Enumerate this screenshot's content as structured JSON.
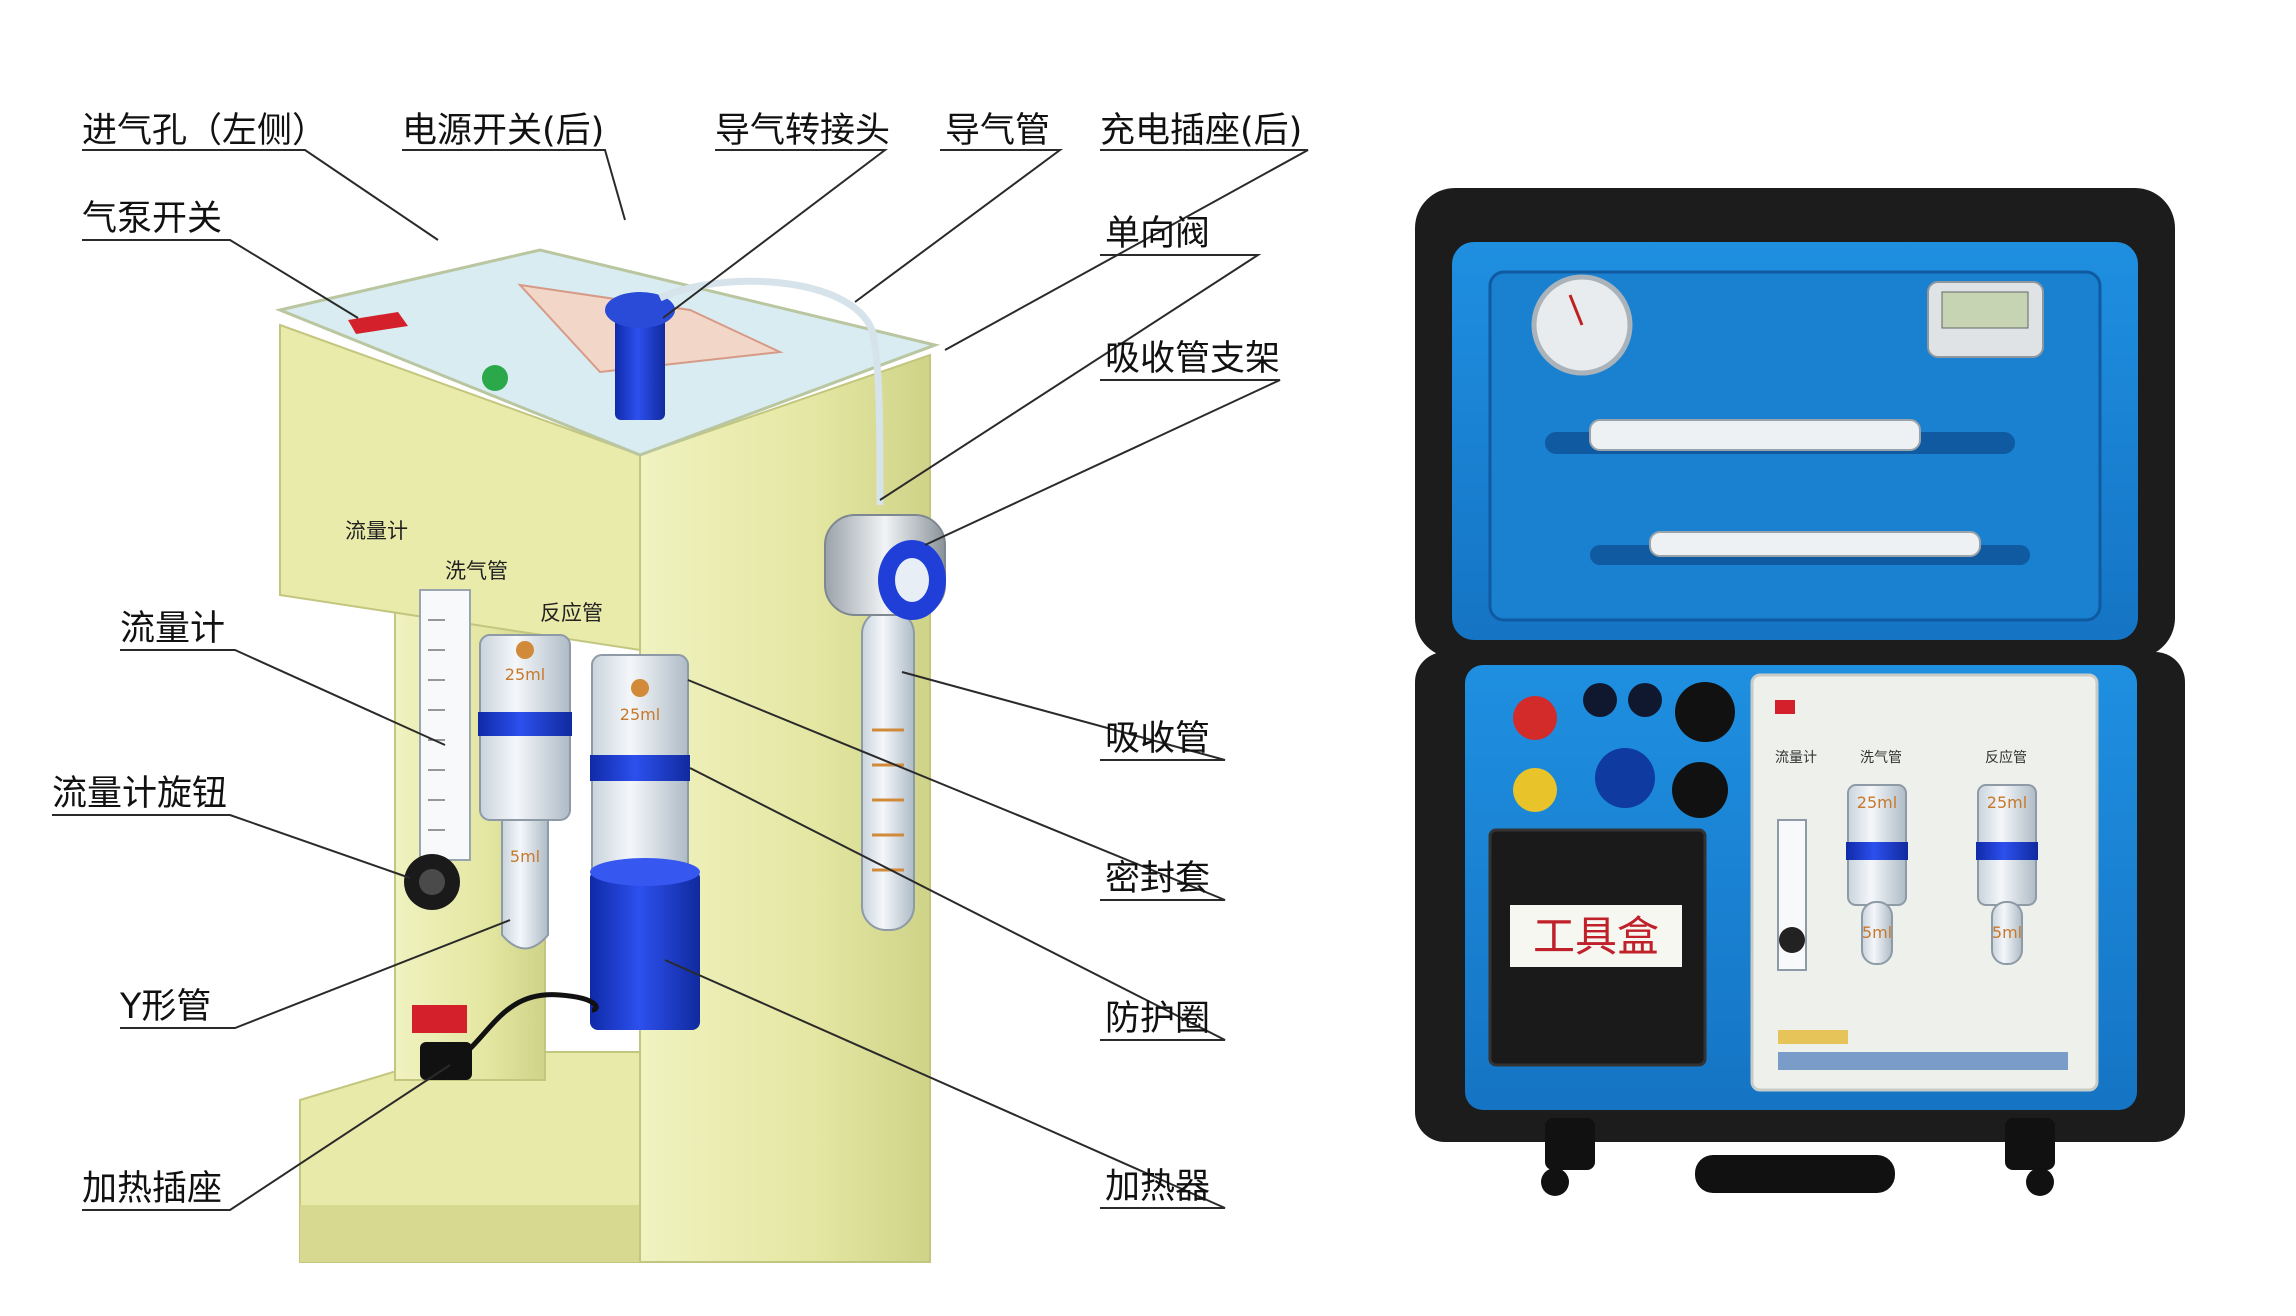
{
  "labels": {
    "air_inlet": "进气孔（左侧）",
    "power_switch": "电源开关(后)",
    "gas_adapter": "导气转接头",
    "gas_tube": "导气管",
    "charge_socket": "充电插座(后)",
    "pump_switch": "气泵开关",
    "check_valve": "单向阀",
    "tube_holder": "吸收管支架",
    "flowmeter": "流量计",
    "absorption_tube": "吸收管",
    "flowmeter_knob": "流量计旋钮",
    "seal_sleeve": "密封套",
    "y_tube": "Y形管",
    "guard_ring": "防护圈",
    "heater_socket": "加热插座",
    "heater": "加热器"
  },
  "device_panel": {
    "flowmeter": "流量计",
    "wash_tube": "洗气管",
    "reaction_tube": "反应管",
    "vol_25": "25ml",
    "vol_5": "5ml"
  },
  "case_panel": {
    "flowmeter": "流量计",
    "wash_tube": "洗气管",
    "reaction_tube": "反应管",
    "vol_25": "25ml",
    "vol_5": "5ml",
    "toolbox": "工具盒"
  },
  "colors": {
    "device_body": "#e6e8a6",
    "device_top": "#d9ecf2",
    "heater_blue": "#1f3fd8",
    "case_foam": "#1a86d6",
    "case_shell": "#1c1c1c",
    "toolbox_label": "#c0202a"
  }
}
